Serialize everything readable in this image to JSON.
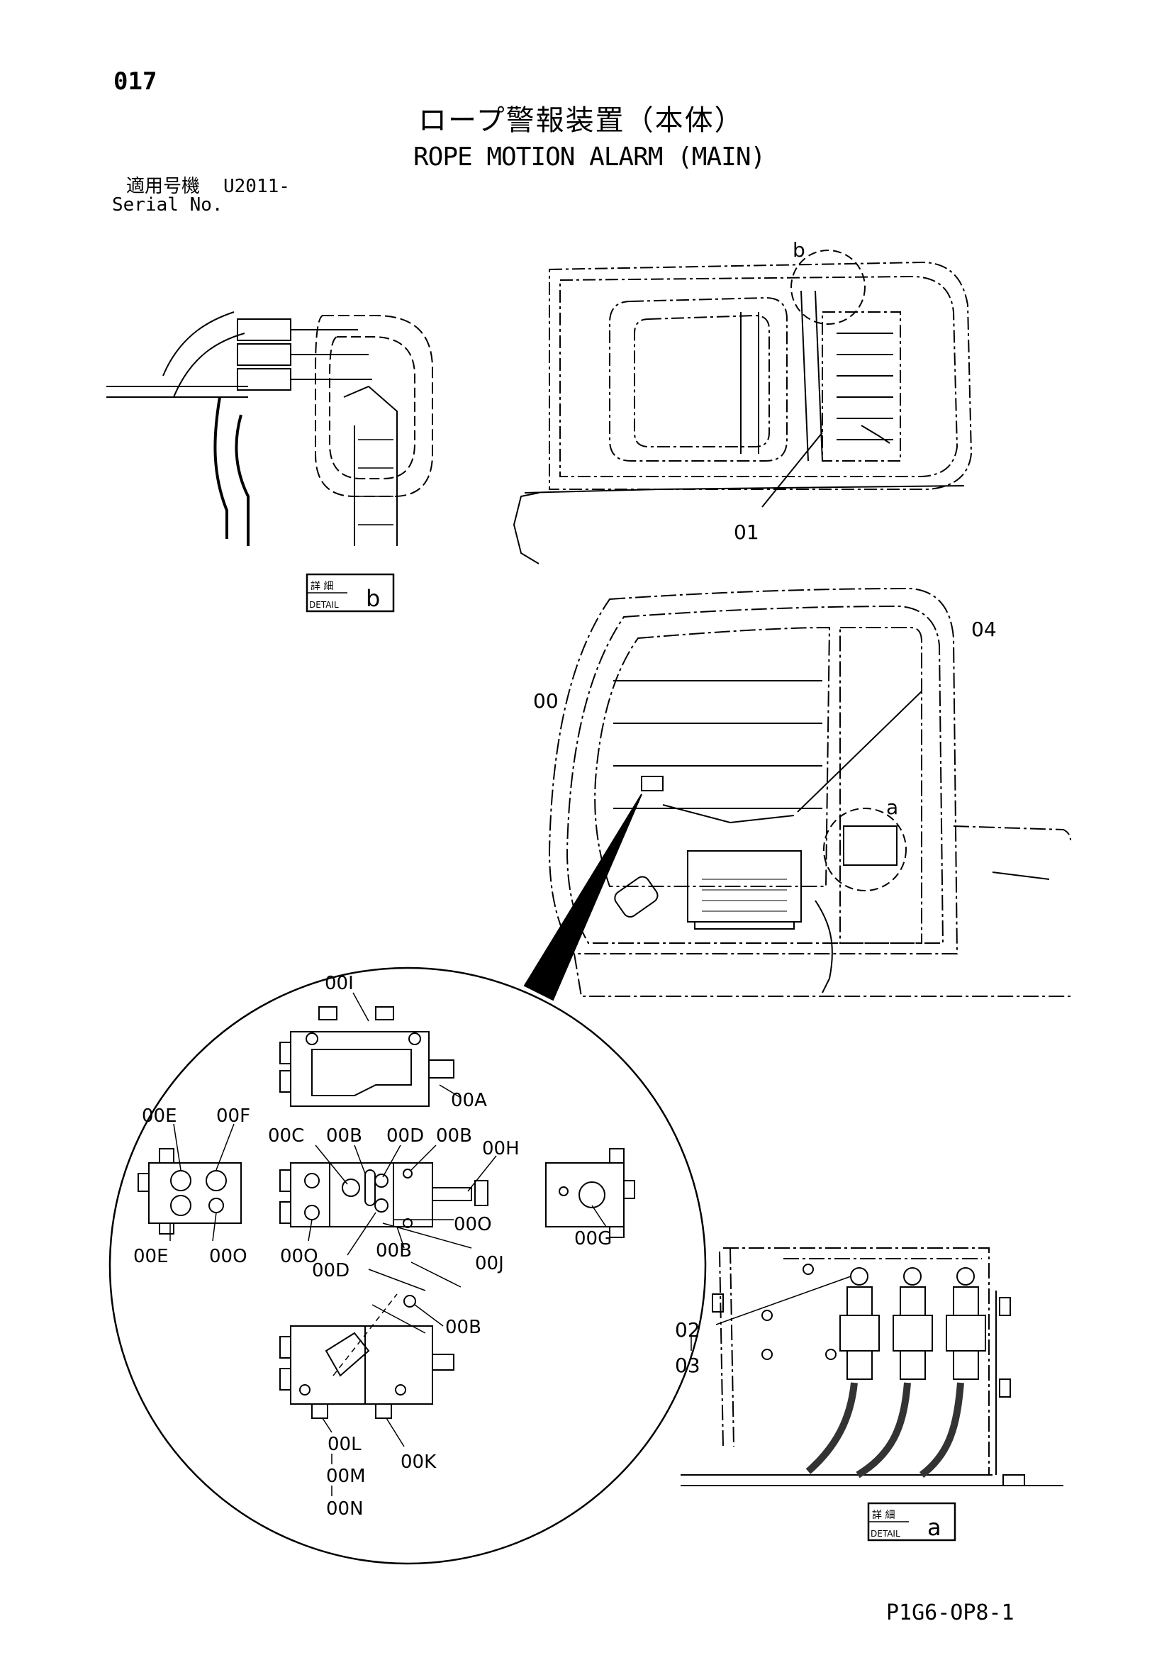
{
  "page": {
    "number": "017",
    "title_jp": "ロープ警報装置（本体）",
    "title_en": "ROPE MOTION ALARM (MAIN)",
    "applicable_label": "適用号機",
    "applicable_value": "U2011-",
    "serial_label": "Serial No.",
    "footer_code": "P1G6-OP8-1"
  },
  "details": {
    "b": {
      "jp": "詳 細",
      "en": "DETAIL",
      "letter": "b"
    },
    "a": {
      "jp": "詳 細",
      "en": "DETAIL",
      "letter": "a"
    }
  },
  "callouts": {
    "b": "b",
    "a": "a",
    "c01": "01",
    "c04": "04",
    "c00": "00",
    "c00I": "00I",
    "c00A": "00A",
    "c00E_top": "00E",
    "c00F": "00F",
    "c00C": "00C",
    "c00B_1": "00B",
    "c00D_top": "00D",
    "c00B_2": "00B",
    "c00H": "00H",
    "c00E_bottom": "00E",
    "c00O_1": "00O",
    "c00O_2": "00O",
    "c00O_3": "00O",
    "c00B_3": "00B",
    "c00J": "00J",
    "c00G": "00G",
    "c00D_bottom": "00D",
    "c00B_4": "00B",
    "c00L": "00L",
    "c00M": "00M",
    "c00N": "00N",
    "c00K": "00K",
    "c02": "02",
    "c03": "03"
  }
}
